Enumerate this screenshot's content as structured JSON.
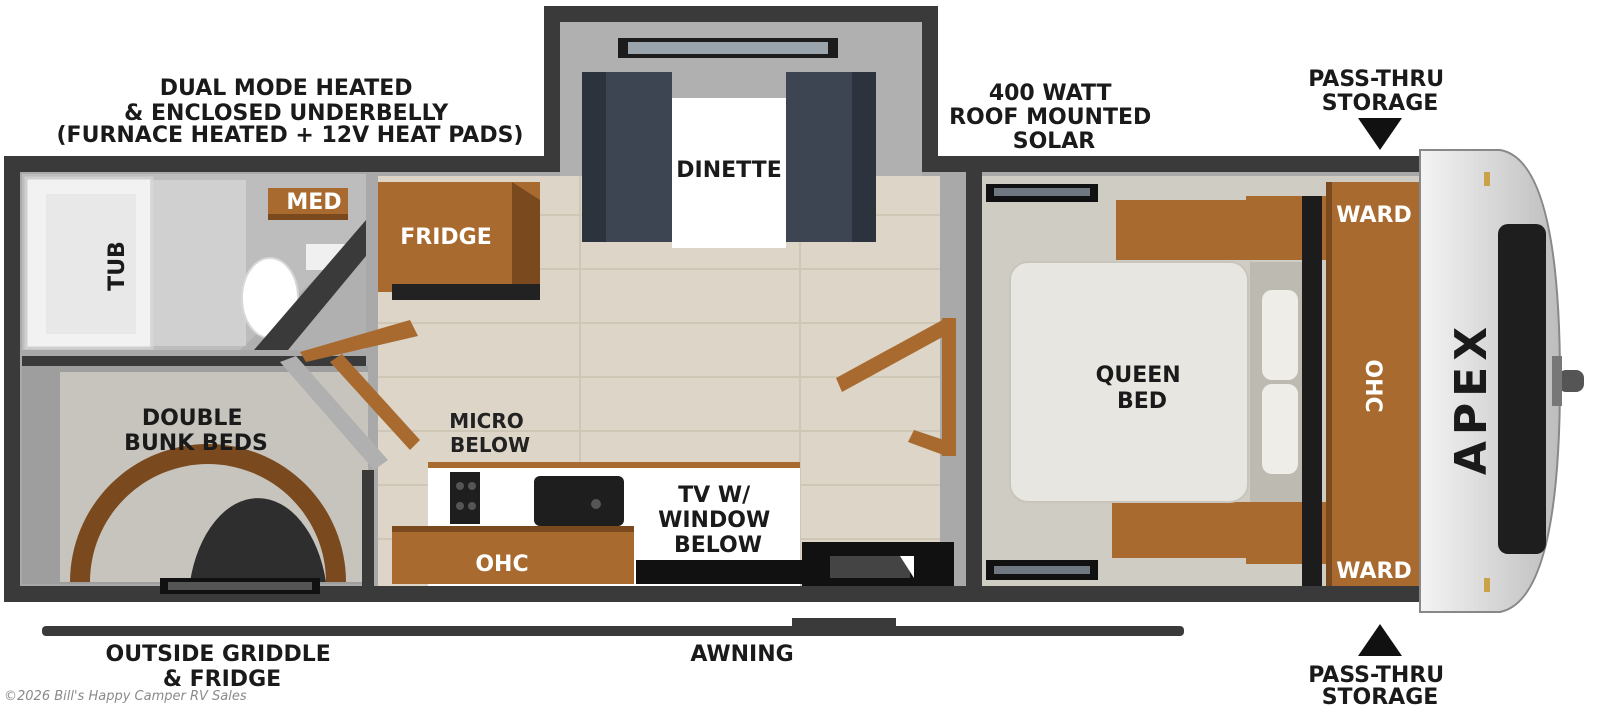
{
  "labels": {
    "underbelly": {
      "line1": "DUAL MODE HEATED",
      "line2": "& ENCLOSED UNDERBELLY",
      "line3": "(FURNACE HEATED + 12V HEAT PADS)"
    },
    "solar": {
      "line1": "400 WATT",
      "line2": "ROOF MOUNTED",
      "line3": "SOLAR"
    },
    "storage_top": {
      "line1": "PASS-THRU",
      "line2": "STORAGE"
    },
    "storage_bottom": {
      "line1": "PASS-THRU",
      "line2": "STORAGE"
    },
    "dinette": "DINETTE",
    "fridge": "FRIDGE",
    "med": "MED",
    "tub": "TUB",
    "bunks": {
      "line1": "DOUBLE",
      "line2": "BUNK BEDS"
    },
    "micro": {
      "line1": "MICRO",
      "line2": "BELOW"
    },
    "ohc_kitchen": "OHC",
    "tv": {
      "line1": "TV W/",
      "line2": "WINDOW",
      "line3": "BELOW"
    },
    "queen": {
      "line1": "QUEEN",
      "line2": "BED"
    },
    "ward_top": "WARD",
    "ward_bottom": "WARD",
    "ohc_bedroom": "OHC",
    "brand": "APEX",
    "griddle": {
      "line1": "OUTSIDE GRIDDLE",
      "line2": "& FRIDGE"
    },
    "awning": "AWNING",
    "copyright": "©2026 Bill's Happy Camper RV Sales"
  }
}
